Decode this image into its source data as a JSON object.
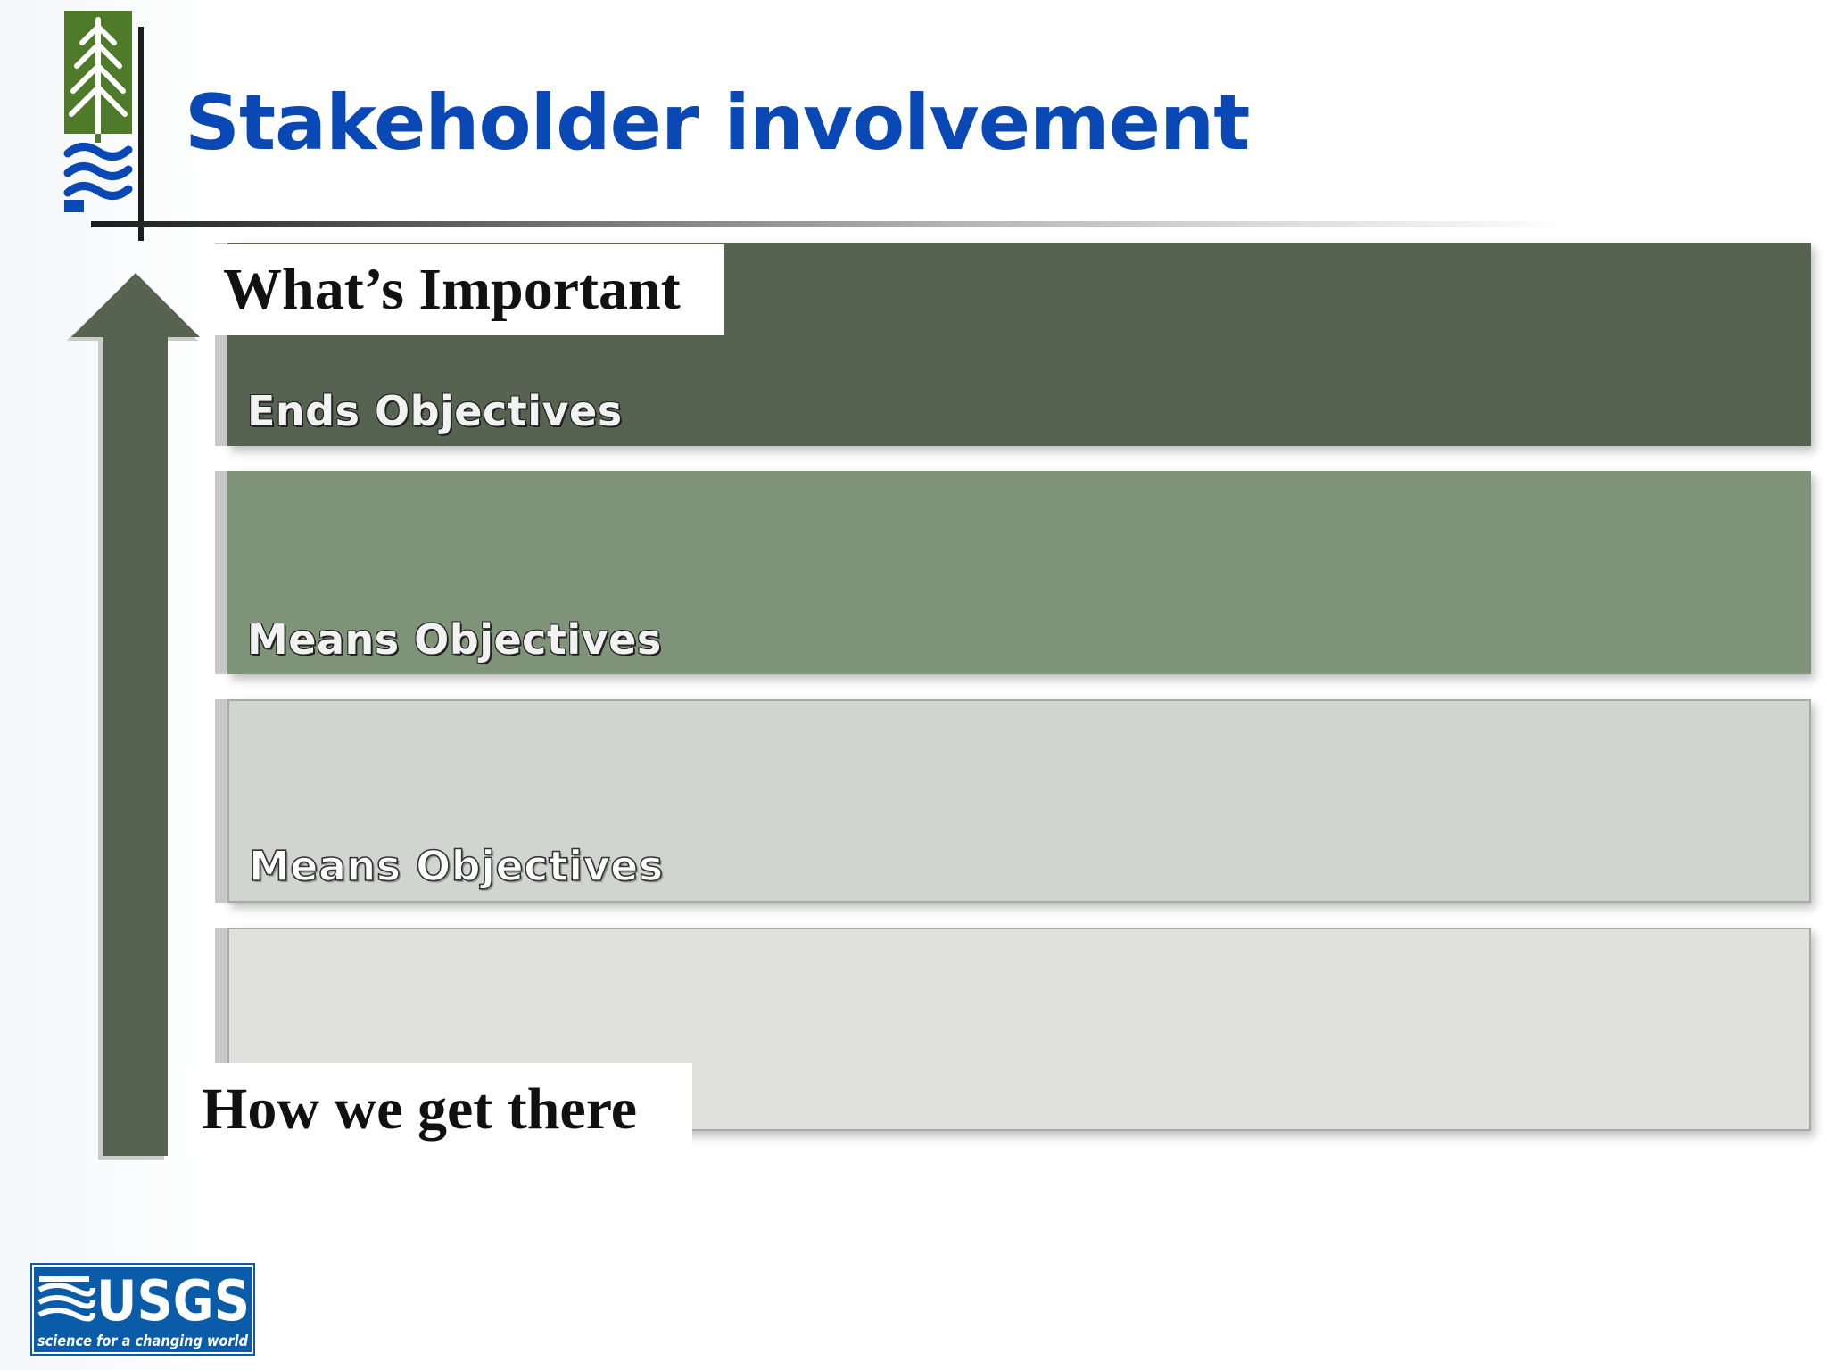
{
  "header": {
    "title": "Stakeholder involvement",
    "logo_icon": "tree-and-water-icon"
  },
  "callouts": {
    "top": "What’s Important",
    "bottom": "How we get there"
  },
  "bands": [
    {
      "label": "Ends Objectives",
      "color": "#566350"
    },
    {
      "label": "Means Objectives",
      "color": "#7e9378"
    },
    {
      "label": "Means Objectives",
      "color": "#d1d5cf"
    },
    {
      "label": "",
      "color": "#e0e0df"
    }
  ],
  "arrow": {
    "icon": "up-arrow-icon",
    "color": "#566350"
  },
  "footer": {
    "logo": "USGS",
    "tagline": "science for a changing world"
  }
}
